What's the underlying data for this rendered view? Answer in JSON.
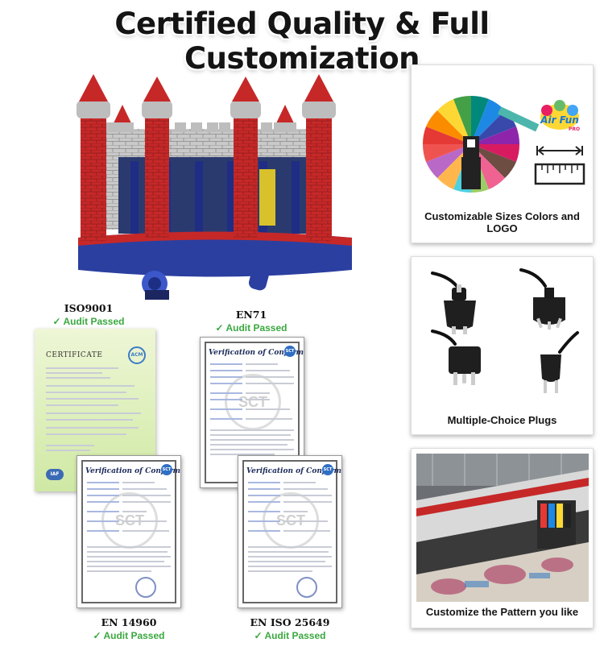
{
  "headline": "Certified Quality & Full Customization",
  "certificates": [
    {
      "id": "iso",
      "name": "ISO9001",
      "status": "✓ Audit Passed",
      "doc_title": "CERTIFICATE",
      "logo_text": "ACM",
      "footer_logo": "IAF"
    },
    {
      "id": "en71",
      "name": "EN71",
      "status": "✓ Audit Passed",
      "doc_title": "Verification of Conformity",
      "watermark": "SCT"
    },
    {
      "id": "en14960",
      "name": "EN 14960",
      "status": "✓ Audit Passed",
      "doc_title": "Verification of Conformity",
      "watermark": "SCT"
    },
    {
      "id": "eniso25649",
      "name": "EN ISO 25649",
      "status": "✓ Audit Passed",
      "doc_title": "Verification of Conformity",
      "watermark": "SCT"
    }
  ],
  "panels": [
    {
      "caption": "Customizable Sizes Colors and LOGO",
      "logo_text": "Air Fun",
      "logo_sub": "PRO"
    },
    {
      "caption": "Multiple-Choice Plugs"
    },
    {
      "caption": "Customize the Pattern you like"
    }
  ],
  "colors": {
    "headline": "#141414",
    "audit_green": "#3aa83f",
    "castle_red": "#c62828",
    "castle_blue": "#2b3fa0",
    "castle_grey": "#b8b8b8"
  }
}
